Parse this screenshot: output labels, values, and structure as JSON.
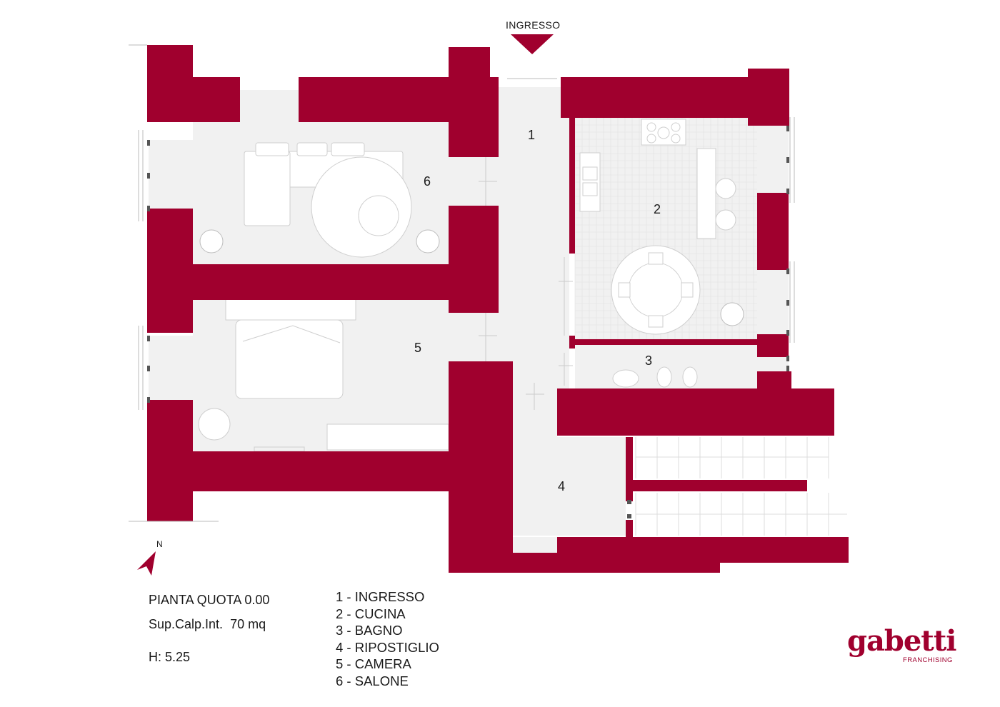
{
  "plan": {
    "entrance_label": "INGRESSO",
    "north_label": "N",
    "title": "PIANTA QUOTA 0.00",
    "area": "Sup.Calp.Int.  70 mq",
    "height": "H: 5.25"
  },
  "rooms": [
    {
      "number": "1",
      "legend": "1 - INGRESSO"
    },
    {
      "number": "2",
      "legend": "2 - CUCINA"
    },
    {
      "number": "3",
      "legend": "3 - BAGNO"
    },
    {
      "number": "4",
      "legend": "4 - RIPOSTIGLIO"
    },
    {
      "number": "5",
      "legend": "5 - CAMERA"
    },
    {
      "number": "6",
      "legend": "6 - SALONE"
    }
  ],
  "logo": {
    "name": "gabetti",
    "subtitle": "FRANCHISING"
  },
  "colors": {
    "wall": "#a0002e",
    "floor": "#f1f1f1",
    "furniture_line": "#cfcfcf"
  }
}
